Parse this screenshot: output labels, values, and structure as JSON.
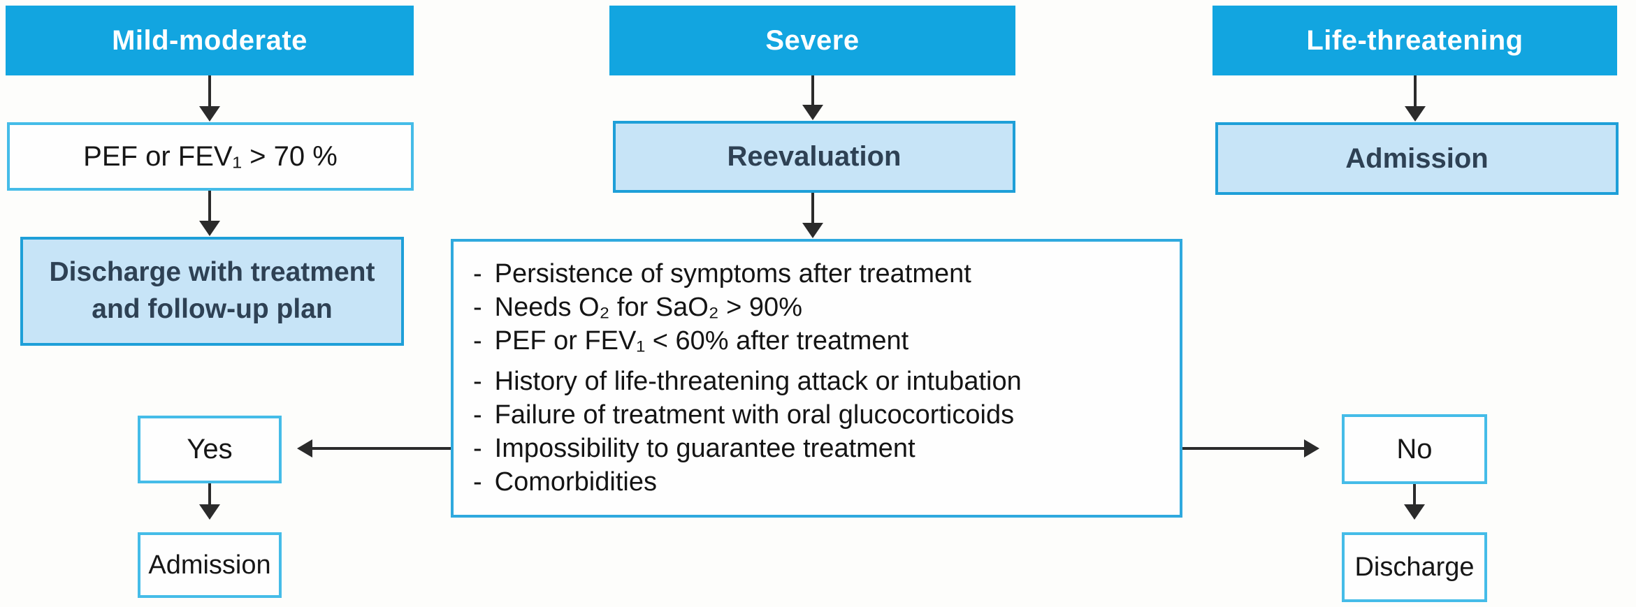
{
  "columns": {
    "mild": {
      "header": "Mild-moderate",
      "criterion": "PEF or FEV₁ > 70 %",
      "outcome": [
        "Discharge with treatment",
        "and follow-up plan"
      ]
    },
    "severe": {
      "header": "Severe",
      "step": "Reevaluation"
    },
    "life_threatening": {
      "header": "Life-threatening",
      "outcome": "Admission"
    }
  },
  "criteria": {
    "bullet": "-",
    "items": [
      "Persistence of symptoms after treatment",
      "Needs O₂ for SaO₂ > 90%",
      "PEF or FEV₁ < 60% after treatment",
      "History of life-threatening attack or intubation",
      "Failure of treatment with oral glucocorticoids",
      "Impossibility to guarantee treatment",
      "Comorbidities"
    ]
  },
  "decisions": {
    "yes": {
      "label": "Yes",
      "outcome": "Admission"
    },
    "no": {
      "label": "No",
      "outcome": "Discharge"
    }
  },
  "colors": {
    "header_blue": "#12a5e0",
    "light_blue_fill": "#c7e4f7",
    "light_box_border": "#1e9fd8",
    "white_box_border": "#45bce8",
    "criteria_border": "#2fa9de",
    "dark_text": "#2e4154",
    "ink": "#2b2b2b"
  }
}
